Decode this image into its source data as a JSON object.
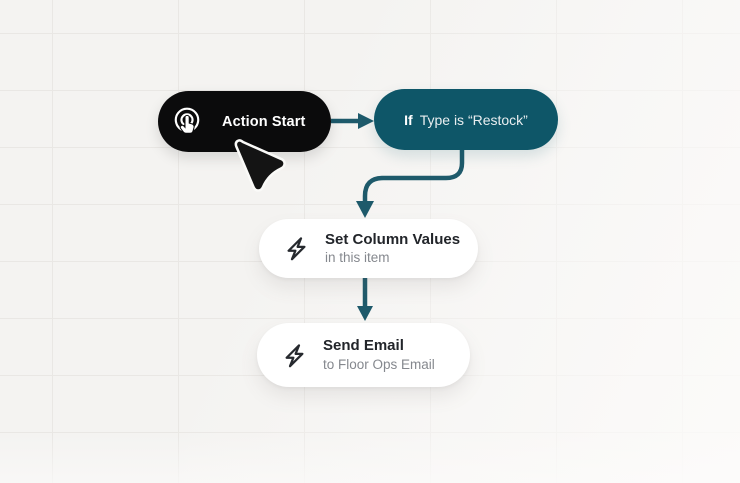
{
  "canvas": {
    "background_color": "#F4F3F1",
    "grid_line_color": "#E9E7E4"
  },
  "colors": {
    "node_black": "#0B0B0C",
    "node_teal": "#0E5668",
    "connector_teal": "#1E5A6B",
    "node_white": "#FFFFFF",
    "title_text": "#22252A",
    "subtitle_text": "#85888E"
  },
  "nodes": {
    "action_start": {
      "label": "Action Start",
      "icon": "tap-click-icon"
    },
    "condition": {
      "prefix": "If",
      "label": "Type is “Restock”"
    },
    "set_column_values": {
      "title": "Set Column Values",
      "subtitle": "in this item",
      "icon": "lightning-bolt-icon"
    },
    "send_email": {
      "title": "Send Email",
      "subtitle": "to Floor Ops Email",
      "icon": "lightning-bolt-icon"
    }
  },
  "connectors": [
    {
      "from": "action_start",
      "to": "condition",
      "type": "straight-horizontal-arrow"
    },
    {
      "from": "condition",
      "to": "set_column_values",
      "type": "curved-arrow"
    },
    {
      "from": "set_column_values",
      "to": "send_email",
      "type": "straight-vertical-arrow"
    }
  ],
  "cursor": {
    "type": "pointer-cursor"
  }
}
